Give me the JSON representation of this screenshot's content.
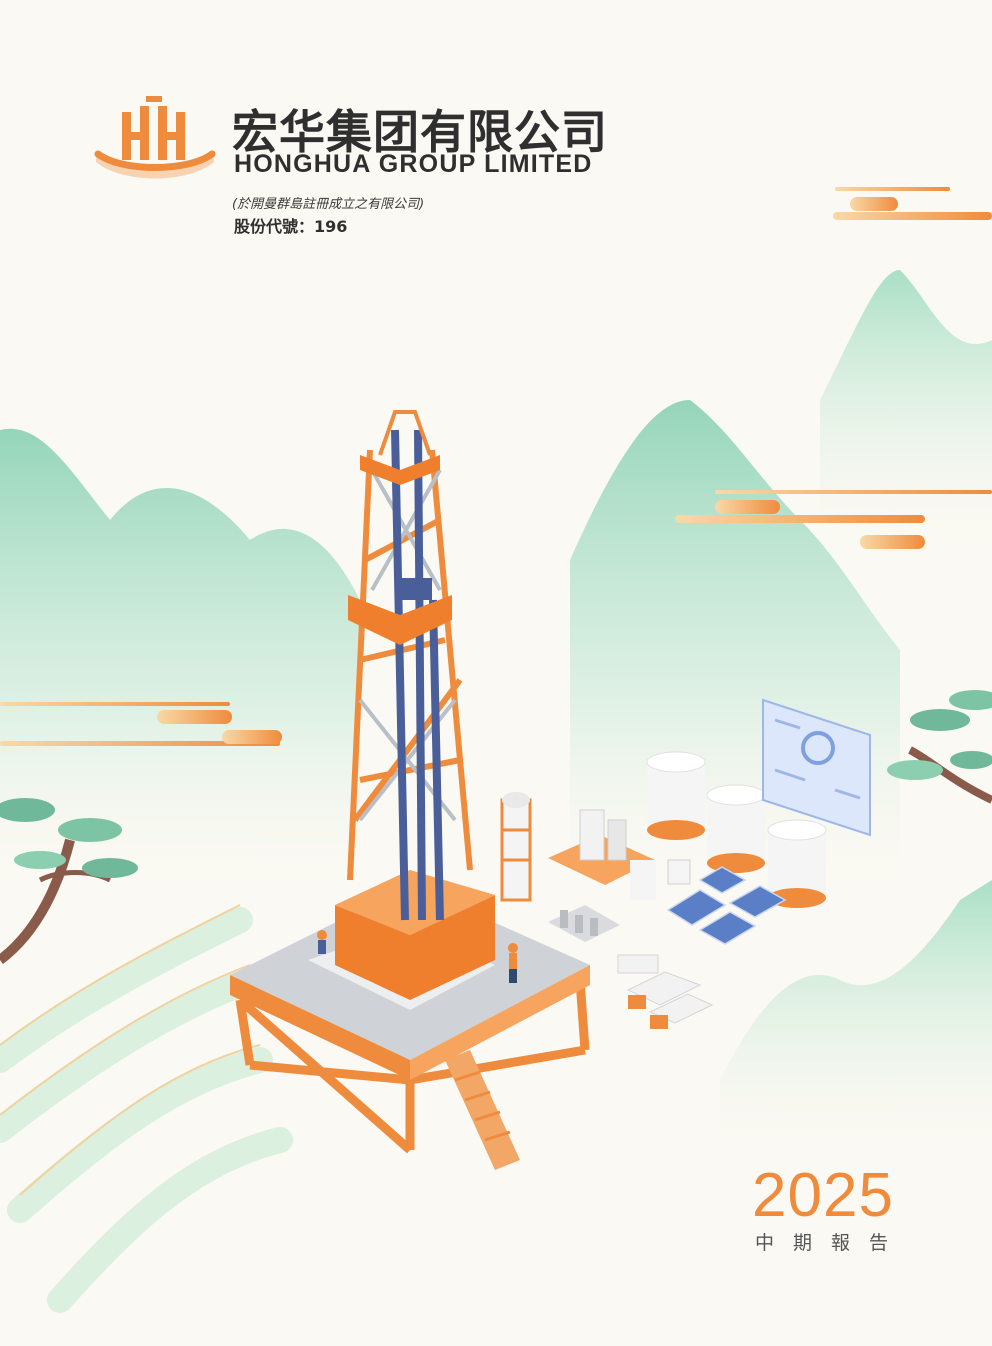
{
  "header": {
    "company_name_cn": "宏华集团有限公司",
    "company_name_en": "HONGHUA GROUP LIMITED",
    "incorporation_note": "(於開曼群島註冊成立之有限公司)",
    "stock_code": "股份代號：196"
  },
  "report": {
    "year": "2025",
    "type": "中期報告"
  },
  "colors": {
    "brand_orange": "#ef8b3c",
    "mountain_green": "#8fd3b6",
    "text_dark": "#2f2f2f"
  }
}
